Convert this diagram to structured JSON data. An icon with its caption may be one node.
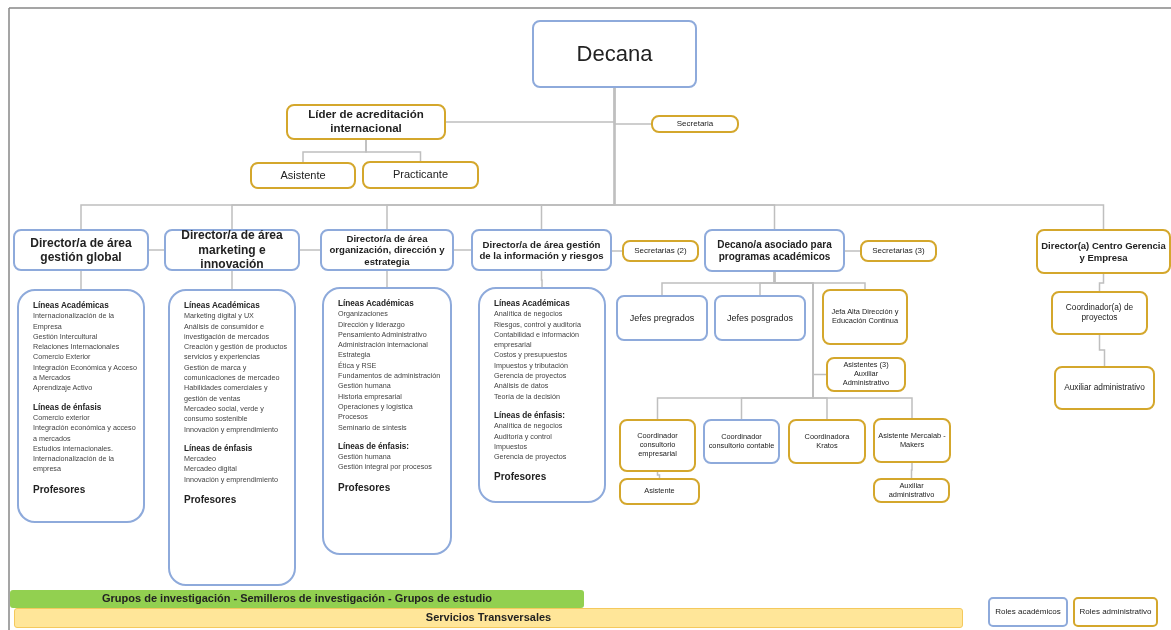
{
  "diagram": {
    "nodes": [
      {
        "text": [
          "Decana"
        ]
      },
      {
        "text": [
          "Líder de acreditación internacional"
        ]
      },
      {
        "text": [
          "Secretaria"
        ]
      },
      {
        "text": [
          "Asistente"
        ]
      },
      {
        "text": [
          "Practicante"
        ]
      },
      {
        "text": [
          "Director/a de área gestión global"
        ]
      },
      {
        "text": [
          "Director/a de área marketing e innovación"
        ]
      },
      {
        "text": [
          "Director/a de área organización, dirección y estrategia"
        ]
      },
      {
        "text": [
          "Director/a de área gestión de la información y riesgos"
        ]
      },
      {
        "text": [
          "Secretarias (2)"
        ]
      },
      {
        "text": [
          "Decano/a asociado para programas académicos"
        ]
      },
      {
        "text": [
          "Secretarias (3)"
        ]
      },
      {
        "text": [
          "Director(a) Centro Gerencia y Empresa"
        ]
      },
      {
        "text": [
          "Líneas Académicas",
          "Internacionalización de la Empresa",
          "Gestión Intercultural",
          "Relaciones Internacionales",
          "Comercio Exterior",
          "Integración Económica y Acceso a Mercados",
          "Aprendizaje Activo",
          "Líneas de énfasis",
          "Comercio exterior",
          "Integración económica y acceso a mercados",
          "Estudios internacionales.",
          "Internacionalización de la empresa",
          "Profesores"
        ]
      },
      {
        "text": [
          "Líneas Académicas",
          "Marketing digital y UX",
          "Análisis de consumidor e investigación de mercados",
          "Creación y gestión de productos servicios y experiencias",
          "Gestión de marca y comunicaciones de mercadeo",
          "Habilidades comerciales y gestión de ventas",
          "Mercadeo social, verde y consumo sostenible",
          "Innovación y emprendimiento",
          "Líneas de énfasis",
          "Mercadeo",
          "Mercadeo digital",
          "Innovación y emprendimiento",
          "Profesores"
        ]
      },
      {
        "text": [
          "Líneas Académicas",
          "Organizaciones",
          "Dirección y liderazgo",
          "Pensamiento Administrativo",
          "Administración internacional",
          "Estrategia",
          "Ética y RSE",
          "Fundamentos de administración",
          "Gestión humana",
          "Historia empresarial",
          "Operaciones y logística",
          "Procesos",
          "Seminario de síntesis",
          "Líneas de énfasis:",
          "Gestión humana",
          "Gestión integral por procesos",
          "Profesores"
        ]
      },
      {
        "text": [
          "Líneas Académicas",
          "Analítica de negocios",
          "Riesgos, control y auditoría",
          "Contabilidad e información empresarial",
          "Costos y presupuestos",
          "Impuestos y tributación",
          "Gerencia de proyectos",
          "Análisis de datos",
          "Teoría de la decisión",
          "Líneas de énfasis:",
          "Analítica de negocios",
          "Auditoría y control",
          "Impuestos",
          "Gerencia de proyectos",
          "Profesores"
        ]
      },
      {
        "text": [
          "Jefes pregrados"
        ]
      },
      {
        "text": [
          "Jefes posgrados"
        ]
      },
      {
        "text": [
          "Jefa Alta Dirección y Educación Continua"
        ]
      },
      {
        "text": [
          "Asistentes (3) Auxiliar Administrativo"
        ]
      },
      {
        "text": [
          "Coordinador consultorio empresarial"
        ]
      },
      {
        "text": [
          "Coordinador consultorio contable"
        ]
      },
      {
        "text": [
          "Coordinadora Kratos"
        ]
      },
      {
        "text": [
          "Asistente Mercalab - Makers"
        ]
      },
      {
        "text": [
          "Asistente"
        ]
      },
      {
        "text": [
          "Auxiliar administrativo"
        ]
      },
      {
        "text": [
          "Coordinador(a) de proyectos"
        ]
      },
      {
        "text": [
          "Auxiliar administrativo"
        ]
      },
      {
        "text": [
          "Grupos de investigación - Semilleros de investigación - Grupos de estudio"
        ]
      },
      {
        "text": [
          "Servicios Transversales"
        ]
      }
    ],
    "edges": [
      {
        "from": 0,
        "to": 1,
        "arrow": "none"
      },
      {
        "from": 0,
        "to": 2,
        "arrow": "none"
      },
      {
        "from": 1,
        "to": 3,
        "arrow": "none"
      },
      {
        "from": 1,
        "to": 4,
        "arrow": "none"
      },
      {
        "from": 0,
        "to": 5,
        "arrow": "none"
      },
      {
        "from": 0,
        "to": 6,
        "arrow": "none"
      },
      {
        "from": 0,
        "to": 7,
        "arrow": "none"
      },
      {
        "from": 0,
        "to": 8,
        "arrow": "none"
      },
      {
        "from": 0,
        "to": 10,
        "arrow": "none"
      },
      {
        "from": 0,
        "to": 12,
        "arrow": "none"
      },
      {
        "from": 5,
        "to": 6,
        "arrow": "none"
      },
      {
        "from": 6,
        "to": 7,
        "arrow": "none"
      },
      {
        "from": 7,
        "to": 8,
        "arrow": "none"
      },
      {
        "from": 8,
        "to": 9,
        "arrow": "none"
      },
      {
        "from": 10,
        "to": 11,
        "arrow": "none"
      },
      {
        "from": 5,
        "to": 13,
        "arrow": "none"
      },
      {
        "from": 6,
        "to": 14,
        "arrow": "none"
      },
      {
        "from": 7,
        "to": 15,
        "arrow": "none"
      },
      {
        "from": 8,
        "to": 16,
        "arrow": "none"
      },
      {
        "from": 10,
        "to": 17,
        "arrow": "none"
      },
      {
        "from": 10,
        "to": 18,
        "arrow": "none"
      },
      {
        "from": 10,
        "to": 19,
        "arrow": "none"
      },
      {
        "from": 10,
        "to": 20,
        "arrow": "none"
      },
      {
        "from": 10,
        "to": 21,
        "arrow": "none"
      },
      {
        "from": 10,
        "to": 22,
        "arrow": "none"
      },
      {
        "from": 10,
        "to": 23,
        "arrow": "none"
      },
      {
        "from": 10,
        "to": 24,
        "arrow": "none"
      },
      {
        "from": 21,
        "to": 25,
        "arrow": "none"
      },
      {
        "from": 24,
        "to": 26,
        "arrow": "none"
      },
      {
        "from": 12,
        "to": 27,
        "arrow": "none"
      },
      {
        "from": 27,
        "to": 28,
        "arrow": "none"
      }
    ],
    "legend": [
      {
        "text": "Roles académicos",
        "color": "#8eaadb"
      },
      {
        "text": "Roles administrativo",
        "color": "#d4a72c"
      }
    ]
  }
}
